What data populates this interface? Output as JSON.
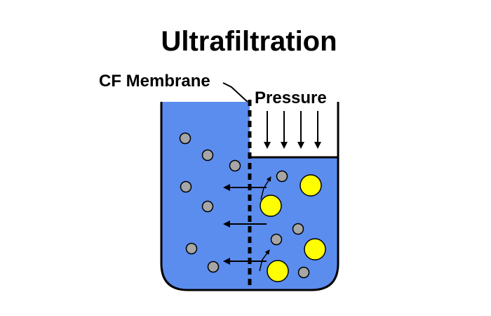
{
  "diagram": {
    "title": "Ultrafiltration",
    "membrane_label": "CF Membrane",
    "pressure_label": "Pressure"
  },
  "colors": {
    "background": "#ffffff",
    "liquid": "#5b8def",
    "outline": "#000000",
    "small_particle": "#a6a6a6",
    "large_particle": "#ffff00"
  },
  "icons": {
    "pressure": "down-arrow-icon",
    "flow": "left-arrow-icon"
  }
}
